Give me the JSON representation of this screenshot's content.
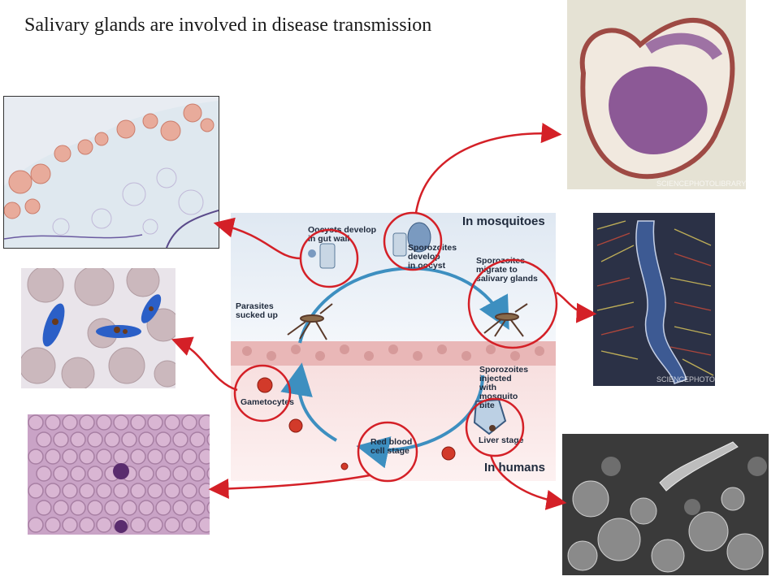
{
  "title": "Salivary glands are involved in disease transmission",
  "diagram": {
    "header_mosquitoes": "In mosquitoes",
    "header_humans": "In humans",
    "steps": [
      {
        "id": "oocysts",
        "lines": [
          "Oocysts develop",
          "in gut wall"
        ]
      },
      {
        "id": "sporozoites_develop",
        "lines": [
          "Sporozoites",
          "develop",
          "in oocyst"
        ]
      },
      {
        "id": "sporozoites_migrate",
        "lines": [
          "Sporozoites",
          "migrate to",
          "salivary glands"
        ]
      },
      {
        "id": "sporozoites_injected",
        "lines": [
          "Sporozoites",
          "injected",
          "with",
          "mosquito",
          "bite"
        ]
      },
      {
        "id": "liver_stage",
        "lines": [
          "Liver stage"
        ]
      },
      {
        "id": "rbc_stage",
        "lines": [
          "Red blood",
          "cell stage"
        ]
      },
      {
        "id": "gametocytes",
        "lines": [
          "Gametocytes"
        ]
      },
      {
        "id": "parasites_sucked",
        "lines": [
          "Parasites",
          "sucked up"
        ]
      }
    ]
  },
  "watermarks": {
    "library": "SCIENCEPHOTOLIBRARY",
    "gland": "SCIENCEPHOTO"
  },
  "colors": {
    "highlight_red": "#d42027",
    "cycle_blue": "#3d8fc0"
  }
}
